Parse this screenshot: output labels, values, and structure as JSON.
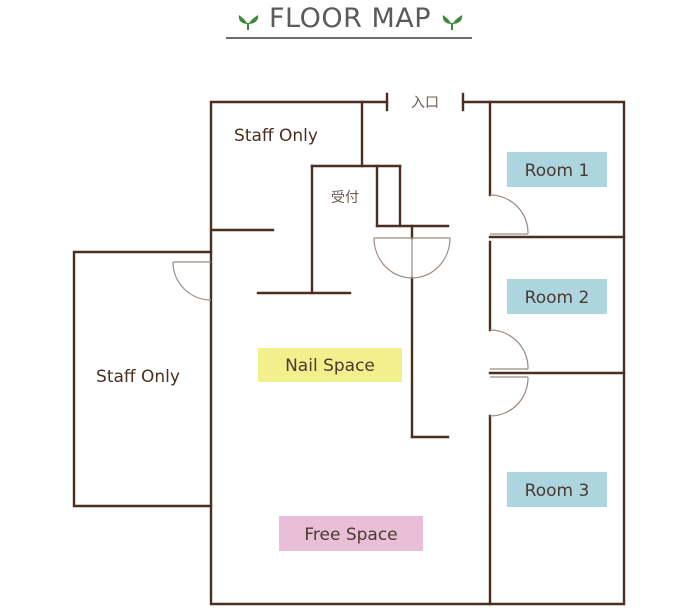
{
  "header": {
    "title": "FLOOR MAP",
    "leaf_icon": "sprout-icon",
    "leaf_color": "#3a8a3a",
    "underline_color": "#6e6e6e"
  },
  "colors": {
    "wall": "#4a2e20",
    "door": "#9a8a80",
    "room_box": "#acd5e0",
    "nail_box": "#f2f08c",
    "free_box": "#e9bfd8"
  },
  "plan": {
    "entrance_label": "入口",
    "reception_label": "受付",
    "staff_only_top": "Staff Only",
    "staff_only_left": "Staff Only",
    "nail_space": "Nail Space",
    "free_space": "Free Space",
    "rooms": [
      {
        "label": "Room 1"
      },
      {
        "label": "Room 2"
      },
      {
        "label": "Room 3"
      }
    ]
  }
}
